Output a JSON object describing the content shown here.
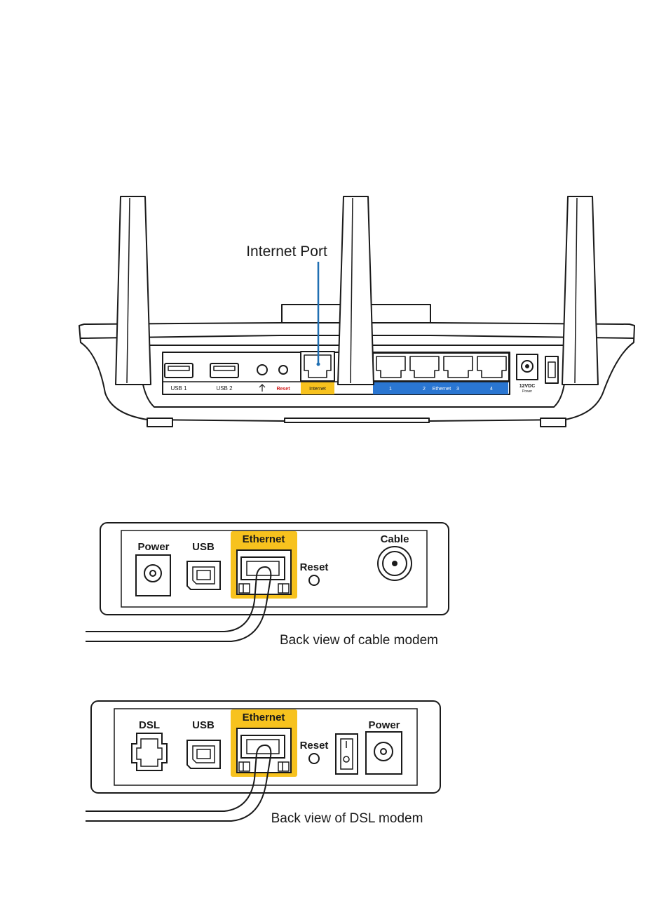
{
  "router": {
    "callout": "Internet Port",
    "port_labels": {
      "usb1": "USB 1",
      "usb2": "USB 2",
      "reset": "Reset",
      "internet": "Internet",
      "eth_1": "1",
      "eth_2": "2",
      "eth_word": "Ethernet",
      "eth_3": "3",
      "eth_4": "4",
      "power_v": "12VDC",
      "power": "Power"
    }
  },
  "cable_modem": {
    "labels": {
      "power": "Power",
      "usb": "USB",
      "ethernet": "Ethernet",
      "reset": "Reset",
      "cable": "Cable"
    },
    "caption": "Back view of cable modem"
  },
  "dsl_modem": {
    "labels": {
      "dsl": "DSL",
      "usb": "USB",
      "ethernet": "Ethernet",
      "reset": "Reset",
      "power": "Power"
    },
    "caption": "Back view of DSL modem"
  },
  "colors": {
    "internet_highlight": "#f7c21e",
    "ethernet_strip": "#2a76d2",
    "callout_line": "#1f6fb2",
    "reset_label": "#d22020",
    "outline": "#1a1a1a"
  }
}
